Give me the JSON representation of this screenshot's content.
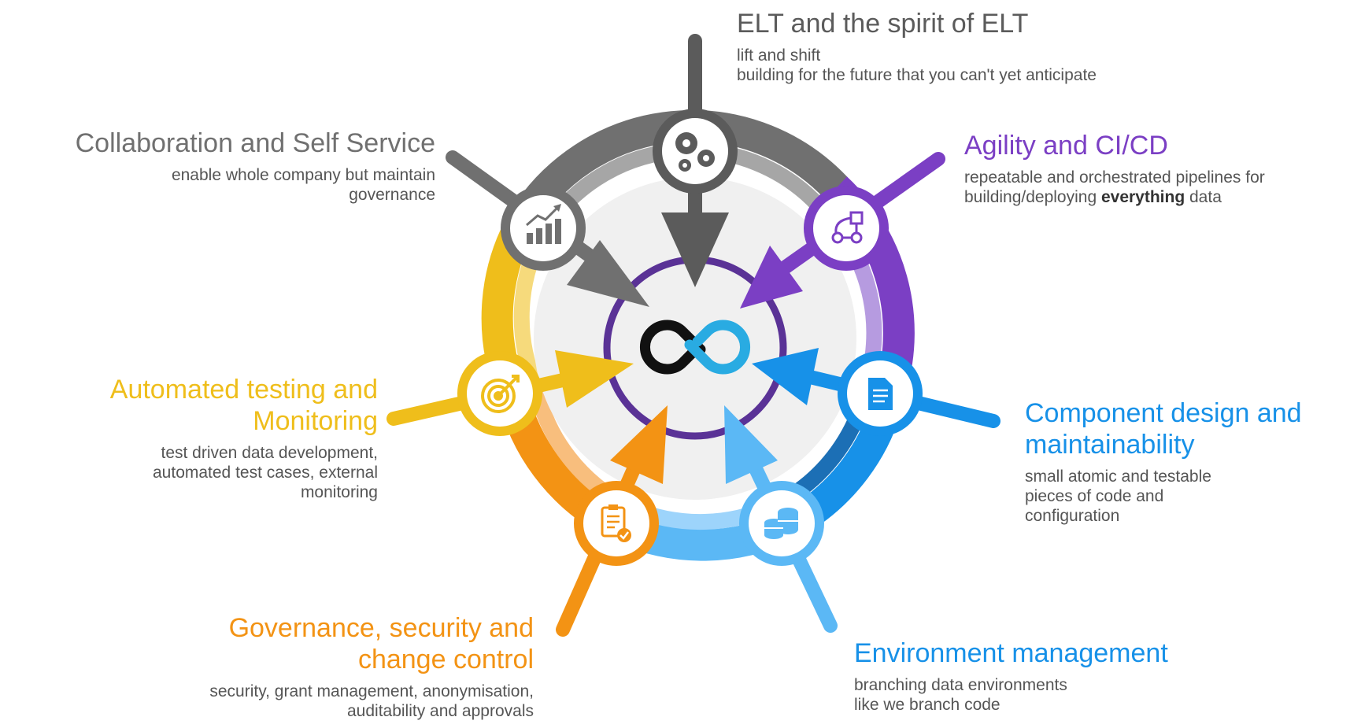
{
  "colors": {
    "grey_dark": "#5b5b5b",
    "grey": "#707070",
    "grey_mid": "#8c8c8c",
    "grey_light": "#a6a6a6",
    "purple": "#7b3fc4",
    "purple_light": "#b69be0",
    "blue": "#1791e8",
    "blue_light": "#5bb8f5",
    "blue_pale": "#9dd4fb",
    "orange": "#f39314",
    "orange_light": "#f8be7d",
    "yellow": "#efbe1b",
    "yellow_light": "#f6da7c",
    "hub_ring": "#5a3296",
    "hub_fill": "#f0f0f0",
    "logo_black": "#111111",
    "logo_blue": "#29abe2"
  },
  "sections": {
    "elt": {
      "title": "ELT and the spirit of ELT",
      "lines": [
        "lift and shift",
        "building for the future that you can't yet anticipate"
      ],
      "icon": "gears-icon"
    },
    "agility": {
      "title": "Agility and CI/CD",
      "line1": "repeatable and orchestrated pipelines for",
      "line2_pre": "building/deploying ",
      "line2_bold": "everything",
      "line2_post": " data",
      "icon": "pipeline-icon"
    },
    "component": {
      "title_lines": [
        "Component design and",
        "maintainability"
      ],
      "lines": [
        "small atomic and testable",
        "pieces of code and",
        "configuration"
      ],
      "icon": "document-icon"
    },
    "environment": {
      "title": "Environment management",
      "lines": [
        "branching data environments",
        "like we branch code"
      ],
      "icon": "database-icon"
    },
    "governance": {
      "title_lines": [
        "Governance, security and",
        "change control"
      ],
      "lines": [
        "security, grant management, anonymisation,",
        "auditability and approvals"
      ],
      "icon": "clipboard-check-icon"
    },
    "testing": {
      "title_lines": [
        "Automated testing and",
        "Monitoring"
      ],
      "lines": [
        "test driven data development,",
        "automated test cases, external",
        "monitoring"
      ],
      "icon": "target-icon"
    },
    "collaboration": {
      "title": "Collaboration and Self Service",
      "lines": [
        "enable whole company but maintain",
        "governance"
      ],
      "icon": "growth-chart-icon"
    }
  },
  "hub": {
    "icon": "infinity-logo-icon"
  }
}
